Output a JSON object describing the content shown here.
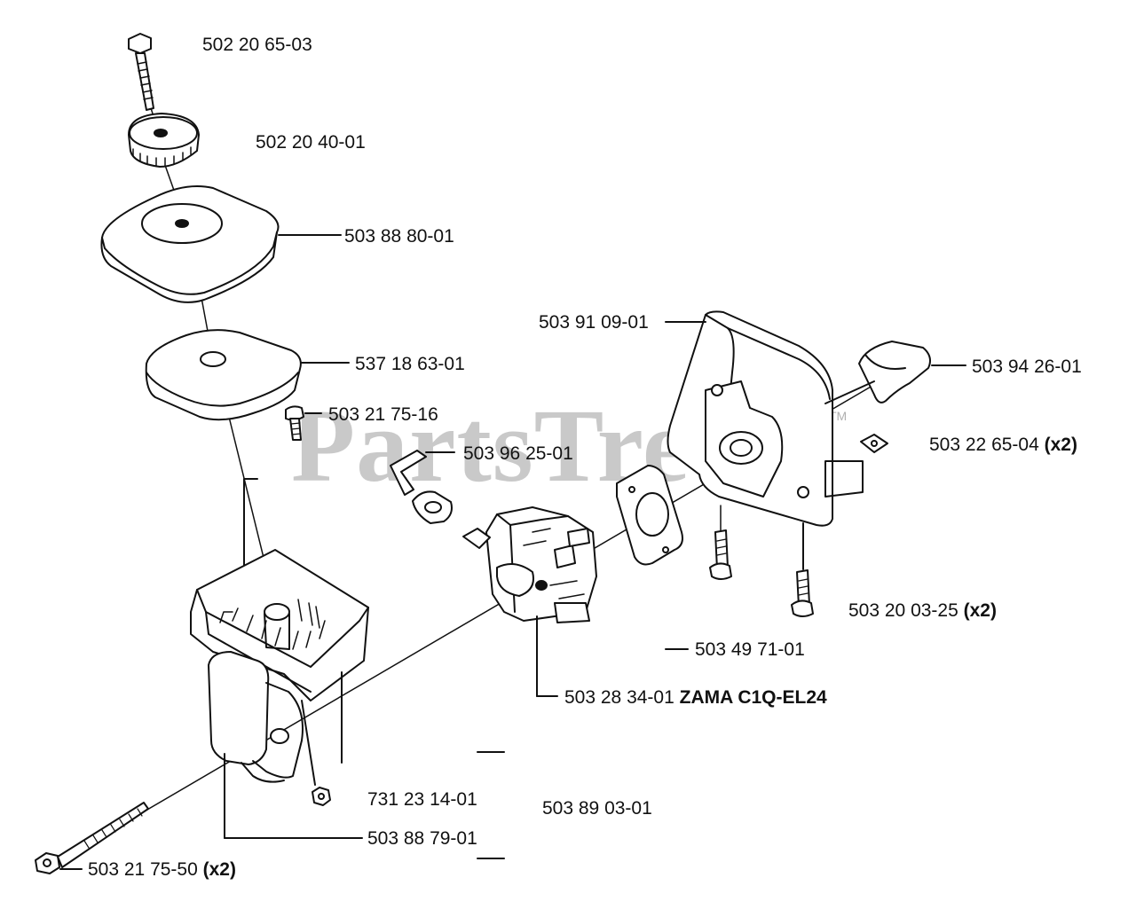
{
  "watermark": {
    "text": "PartsTree",
    "tm": "TM"
  },
  "parts": {
    "bolt_top": "502 20 65-03",
    "knob": "502 20 40-01",
    "air_filter_cover": "503 88 80-01",
    "air_filter": "537 18 63-01",
    "screw_small": "503 21 75-16",
    "clip": "503 96 25-01",
    "intake_cover": "503 91 09-01",
    "cover_boot": "503 94 26-01",
    "nut_square": {
      "number": "503 22 65-04",
      "qty": "(x2)"
    },
    "screw_x2": {
      "number": "503 20 03-25",
      "qty": "(x2)"
    },
    "adapter": "503 49 71-01",
    "carburetor": {
      "number": "503 28 34-01",
      "model": "ZAMA C1Q-EL24"
    },
    "nut_hex": "731 23 14-01",
    "gasket": "503 89 03-01",
    "filter_housing": "503 88 79-01",
    "long_bolt": {
      "number": "503 21 75-50",
      "qty": "(x2)"
    }
  },
  "colors": {
    "line": "#111111",
    "watermark": "#b8b8b8",
    "background": "#ffffff"
  }
}
